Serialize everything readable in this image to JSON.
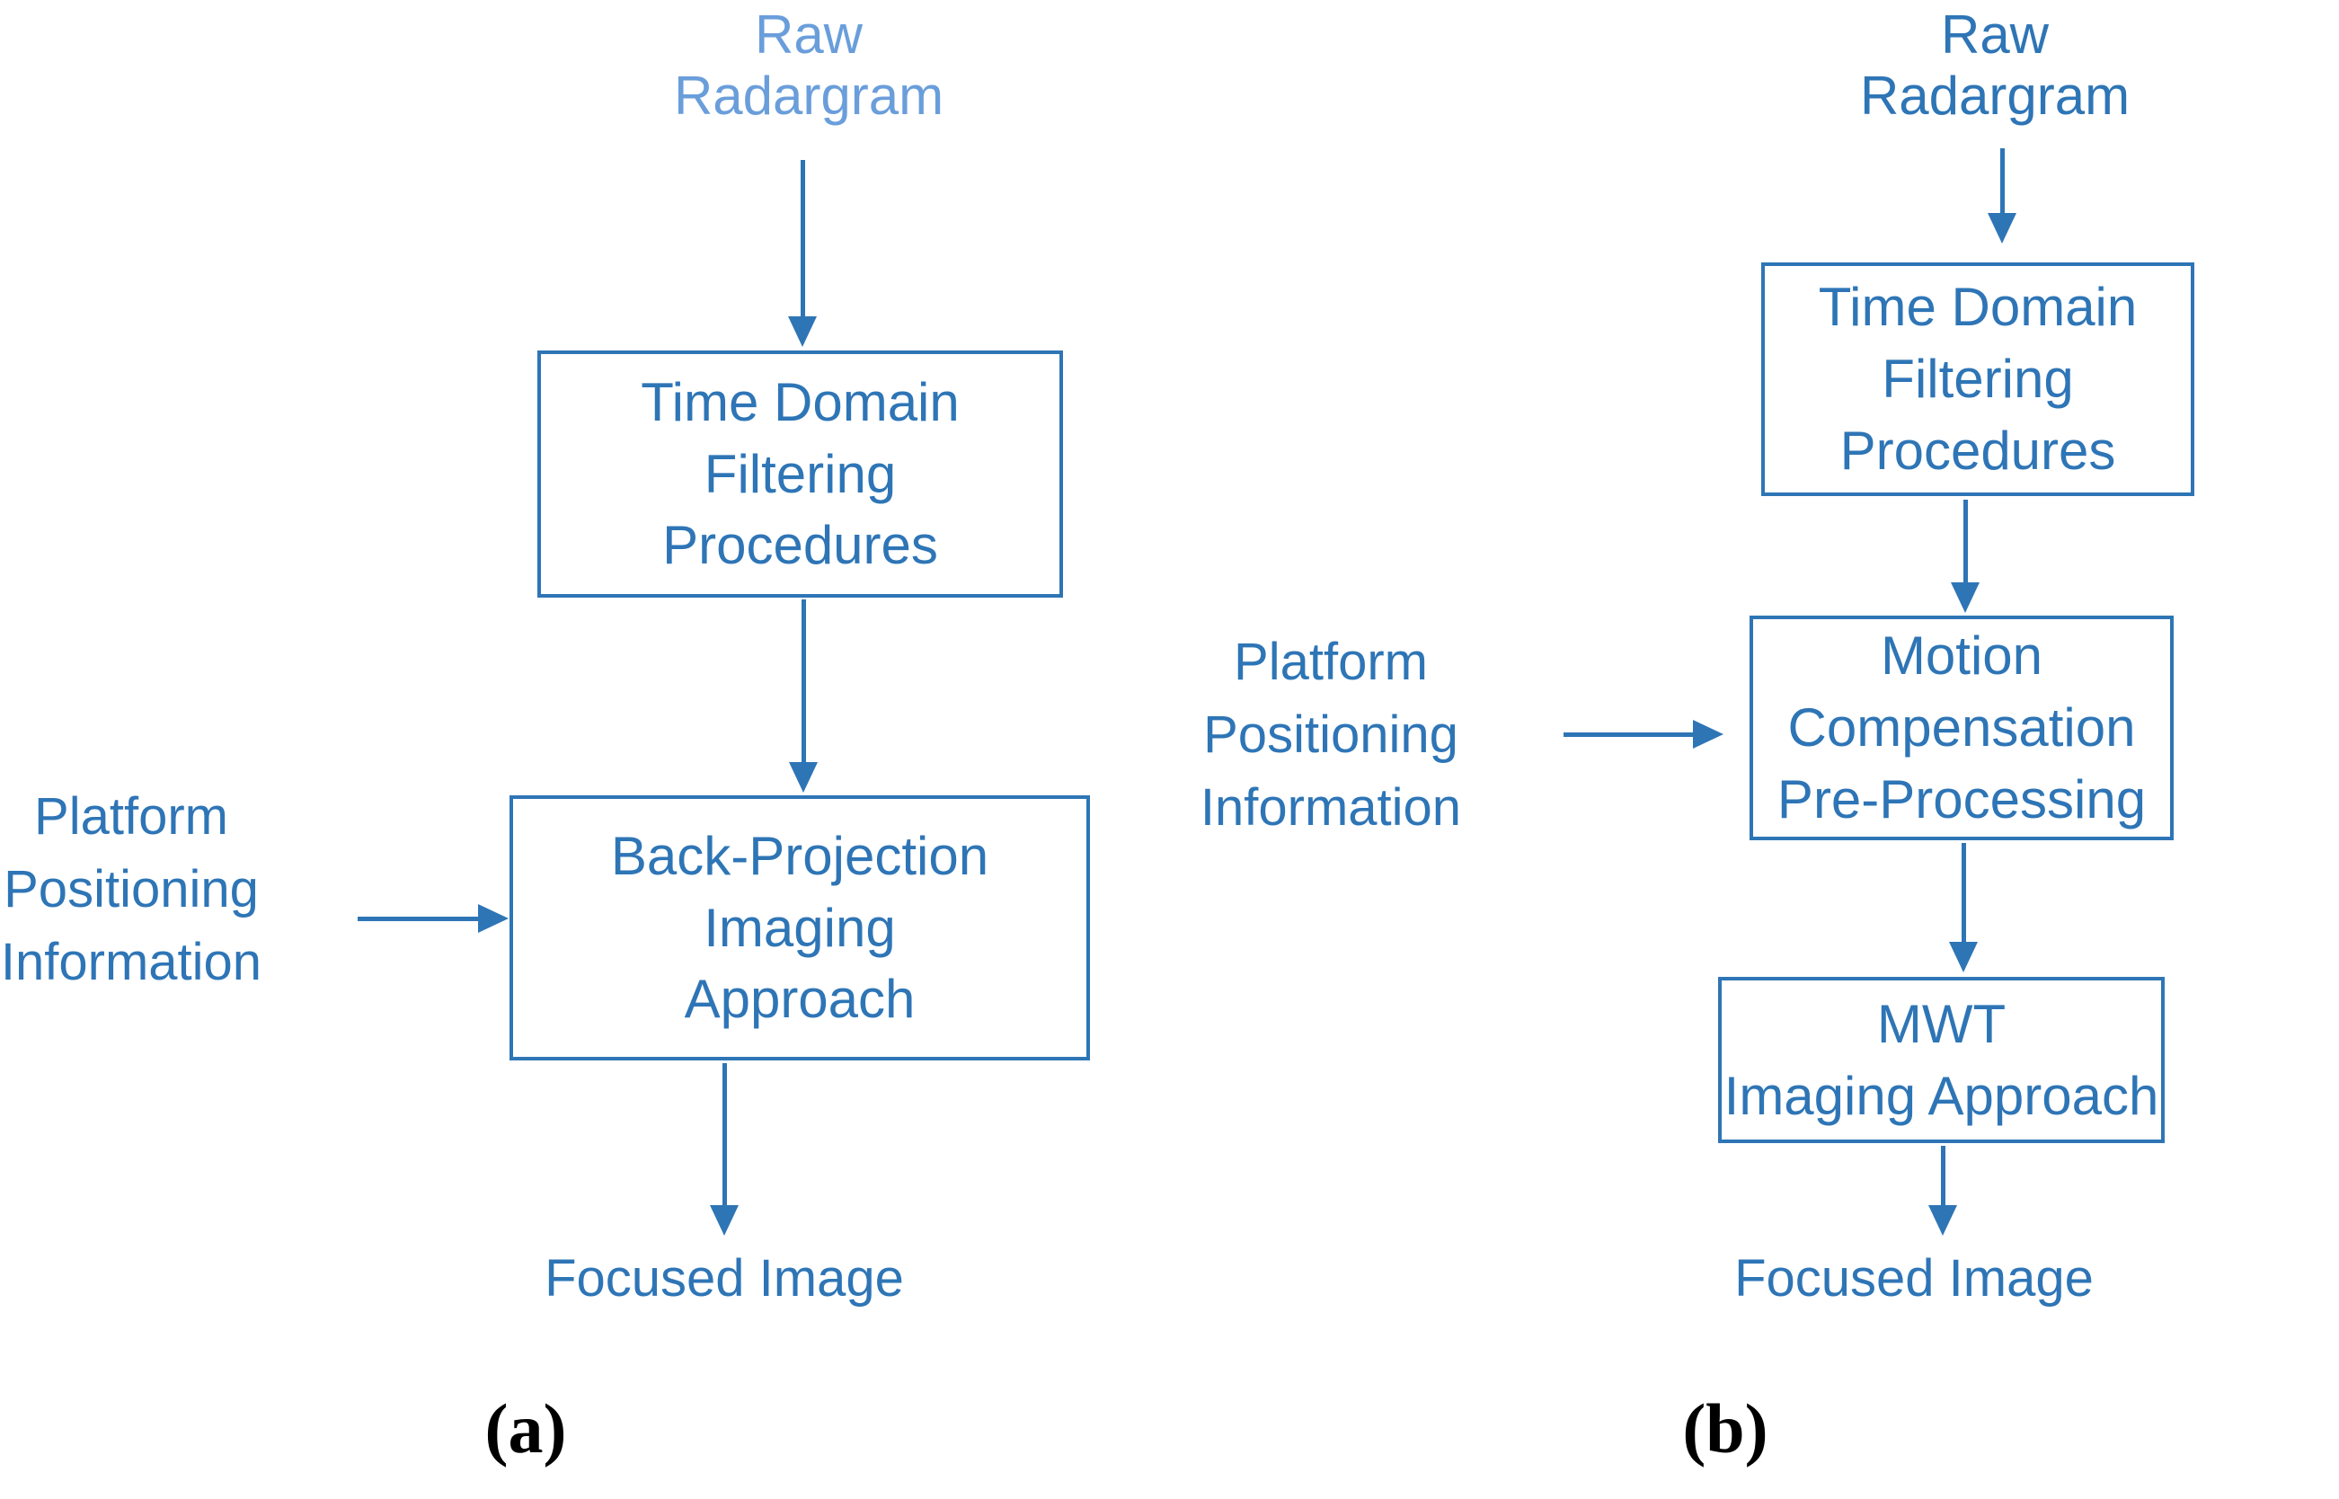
{
  "figure": {
    "colors": {
      "primary_blue": "#2E75B6",
      "light_blue": "#6A9EDB",
      "caption_black": "#000000",
      "background": "#FFFFFF"
    },
    "panels": [
      {
        "id": "a",
        "caption": "(a)",
        "source_label": "Raw\nRadargram",
        "side_input_label": "Platform\nPositioning\nInformation",
        "boxes": [
          {
            "label": "Time Domain\nFiltering\nProcedures"
          },
          {
            "label": "Back-Projection\nImaging\nApproach"
          }
        ],
        "output_label": "Focused Image",
        "edges": [
          "Raw Radargram -> Time Domain Filtering Procedures",
          "Time Domain Filtering Procedures -> Back-Projection Imaging Approach",
          "Platform Positioning Information -> Back-Projection Imaging Approach",
          "Back-Projection Imaging Approach -> Focused Image"
        ]
      },
      {
        "id": "b",
        "caption": "(b)",
        "source_label": "Raw\nRadargram",
        "side_input_label": "Platform\nPositioning\nInformation",
        "boxes": [
          {
            "label": "Time Domain\nFiltering\nProcedures"
          },
          {
            "label": "Motion\nCompensation\nPre-Processing"
          },
          {
            "label": "MWT\nImaging Approach"
          }
        ],
        "output_label": "Focused Image",
        "edges": [
          "Raw Radargram -> Time Domain Filtering Procedures",
          "Time Domain Filtering Procedures -> Motion Compensation Pre-Processing",
          "Platform Positioning Information -> Motion Compensation Pre-Processing",
          "Motion Compensation Pre-Processing -> MWT Imaging Approach",
          "MWT Imaging Approach -> Focused Image"
        ]
      }
    ]
  }
}
